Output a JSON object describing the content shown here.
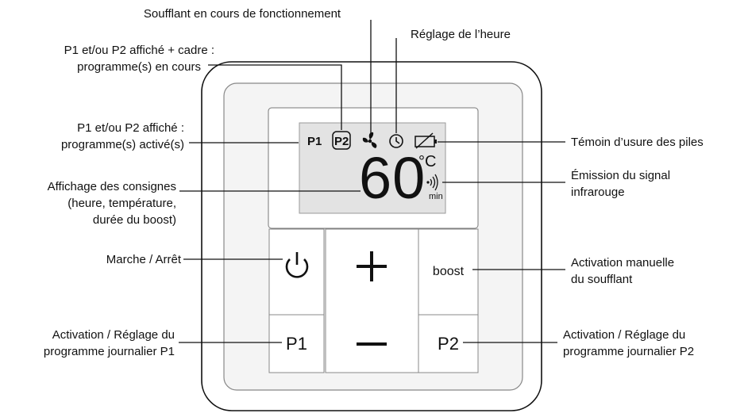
{
  "annotations": {
    "fan": "Soufflant en cours de fonctionnement",
    "clock": "Réglage de l’heure",
    "program_running_1": "P1 et/ou P2 affiché + cadre :",
    "program_running_2": "programme(s) en cours",
    "program_active_1": "P1 et/ou P2 affiché :",
    "program_active_2": "programme(s) activé(s)",
    "battery": "Témoin d’usure des piles",
    "display_1": "Affichage des consignes",
    "display_2": "(heure, température,",
    "display_3": "durée du boost)",
    "ir_1": "Émission du signal",
    "ir_2": "infrarouge",
    "power": "Marche / Arrêt",
    "boost_1": "Activation manuelle",
    "boost_2": "du soufflant",
    "p1_1": "Activation / Réglage du",
    "p1_2": "programme journalier P1",
    "p2_1": "Activation / Réglage du",
    "p2_2": "programme journalier P2"
  },
  "screen": {
    "p1": "P1",
    "p2": "P2",
    "digits": "60",
    "unit_temp": "°C",
    "unit_time": "min"
  },
  "buttons": {
    "boost": "boost",
    "p1": "P1",
    "p2": "P2"
  },
  "icons": {
    "fan": "fan-icon",
    "clock": "clock-icon",
    "battery": "battery-low-icon",
    "infrared": "infrared-signal-icon",
    "power": "power-icon",
    "plus": "plus-icon",
    "minus": "minus-icon"
  }
}
